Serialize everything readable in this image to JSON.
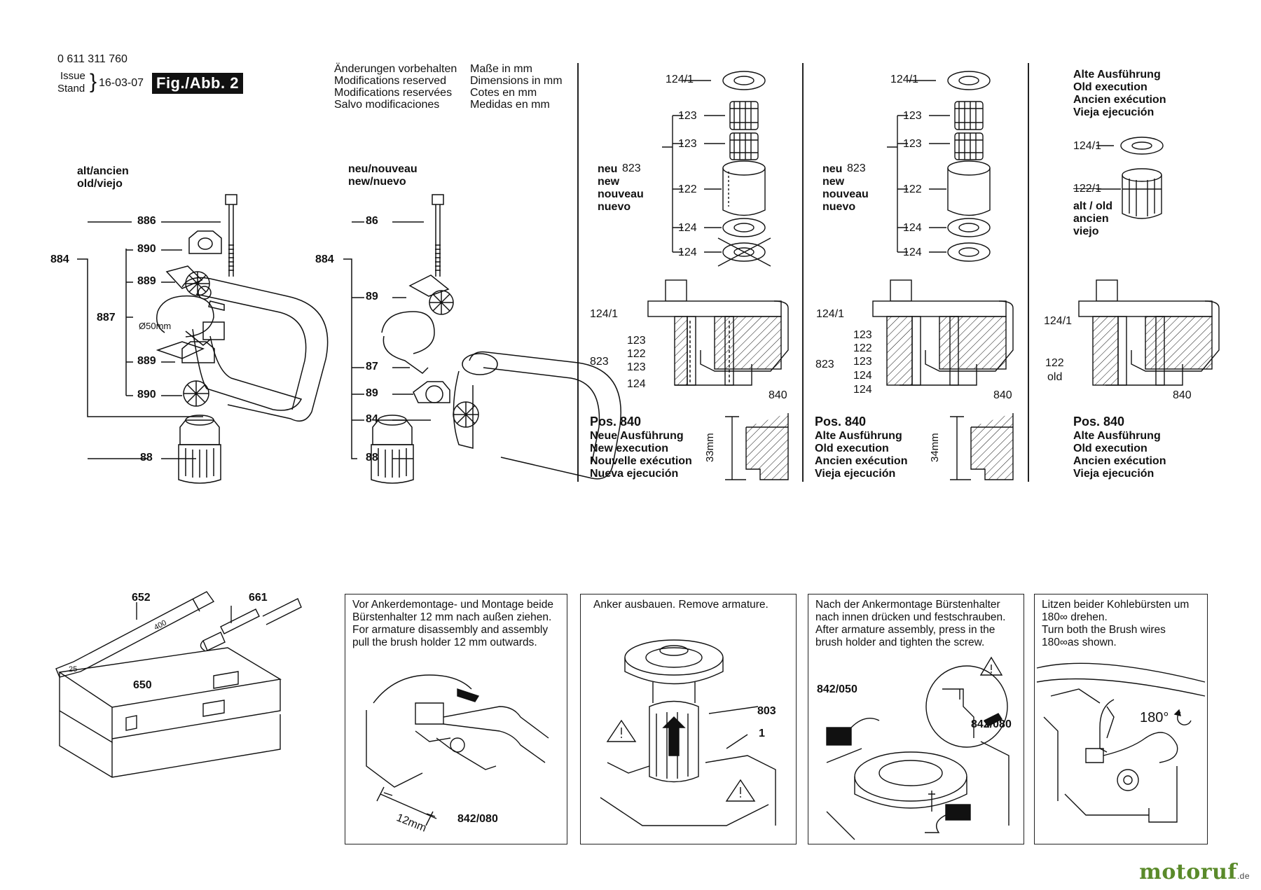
{
  "header": {
    "part_number": "0 611 311 760",
    "issue_label": "Issue",
    "stand_label": "Stand",
    "date": "16-03-07",
    "fig_label": "Fig./Abb. 2",
    "notes": [
      "Änderungen vorbehalten",
      "Modifications reserved",
      "Modifications reservées",
      "Salvo modificaciones"
    ],
    "units": [
      "Maße in mm",
      "Dimensions in mm",
      "Cotes en mm",
      "Medidas en mm"
    ]
  },
  "handle_old": {
    "title": [
      "alt/ancien",
      "old/viejo"
    ],
    "labels": {
      "assy": "884",
      "bolt": "886",
      "ring_a": "890",
      "clamp_a": "889",
      "band": "887",
      "dia": "Ø50mm",
      "clamp_b": "889",
      "ring_b": "890",
      "knob": "88"
    }
  },
  "handle_new": {
    "title": [
      "neu/nouveau",
      "new/nuevo"
    ],
    "labels": {
      "assy": "884",
      "bolt": "86",
      "clamp_a": "89",
      "band": "87",
      "clamp_b": "89",
      "handle": "84",
      "knob": "88"
    }
  },
  "panel_a": {
    "labels": {
      "p1241": "124/1",
      "p123a": "123",
      "p123b": "123",
      "p823": "823",
      "p122": "122",
      "p124a": "124",
      "p124b": "124"
    },
    "new_text": [
      "neu",
      "new",
      "nouveau",
      "nuevo"
    ],
    "sec_labels": {
      "s1241": "124/1",
      "s823": "823",
      "s123a": "123",
      "s122": "122",
      "s123b": "123",
      "s124": "124",
      "s840": "840"
    },
    "pos_title": "Pos. 840",
    "pos_text": [
      "Neue Ausführung",
      "New execution",
      "Nouvelle exécution",
      "Nueva ejecución"
    ],
    "dim": "33mm"
  },
  "panel_b": {
    "labels": {
      "p1241": "124/1",
      "p123a": "123",
      "p123b": "123",
      "p823": "823",
      "p122": "122",
      "p124a": "124",
      "p124b": "124"
    },
    "new_text": [
      "neu",
      "new",
      "nouveau",
      "nuevo"
    ],
    "sec_labels": {
      "s1241": "124/1",
      "s823": "823",
      "s123a": "123",
      "s122": "122",
      "s123b": "123",
      "s124a": "124",
      "s124b": "124",
      "s840": "840"
    },
    "pos_title": "Pos. 840",
    "pos_text": [
      "Alte Ausführung",
      "Old execution",
      "Ancien exécution",
      "Vieja ejecución"
    ],
    "dim": "34mm"
  },
  "panel_c": {
    "title": [
      "Alte Ausführung",
      "Old execution",
      "Ancien exécution",
      "Vieja ejecución"
    ],
    "labels": {
      "p1241": "124/1",
      "p1221": "122/1"
    },
    "old_text": [
      "alt / old",
      "ancien",
      "viejo"
    ],
    "sec_labels": {
      "s1241": "124/1",
      "s122": "122",
      "sold": "old",
      "s840": "840"
    },
    "pos_title": "Pos. 840",
    "pos_text": [
      "Alte Ausführung",
      "Old execution",
      "Ancien exécution",
      "Vieja ejecución"
    ]
  },
  "accessories": {
    "chisel": "652",
    "chisel_len": "400",
    "chisel_width": "25",
    "grease": "661",
    "case": "650"
  },
  "box1": {
    "text": [
      "Vor Ankerdemontage- und Montage beide",
      "Bürstenhalter 12 mm nach außen ziehen.",
      "For armature disassembly and assembly",
      "pull the brush holder 12 mm outwards."
    ],
    "dim": "12mm",
    "part": "842/080"
  },
  "box2": {
    "text": [
      "Anker ausbauen. Remove armature."
    ],
    "part_a": "803",
    "part_b": "1"
  },
  "box3": {
    "text": [
      "Nach der Ankermontage Bürstenhalter",
      "nach innen drücken und festschrauben.",
      "After armature assembly, press in the",
      "brush holder and tighten the screw."
    ],
    "part_a": "842/050",
    "part_b": "842/080"
  },
  "box4": {
    "text": [
      "Litzen beider Kohlebürsten um",
      "180∞ drehen.",
      "Turn both the Brush wires",
      "180∞as shown."
    ],
    "angle": "180°"
  },
  "logo": {
    "name": "motoruf",
    "tld": ".de"
  }
}
